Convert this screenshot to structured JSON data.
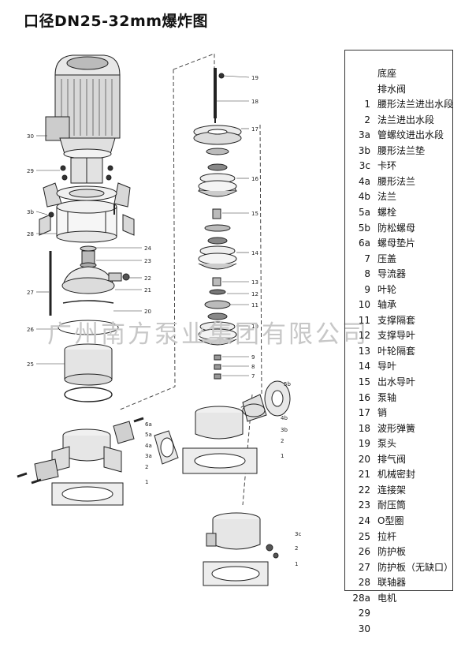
{
  "title": "口径DN25-32mm爆炸图",
  "watermark": "广州南方泵业集团有限公司",
  "parts": [
    {
      "num": "",
      "name": "底座"
    },
    {
      "num": "",
      "name": "排水阀"
    },
    {
      "num": "1",
      "name": "腰形法兰进出水段"
    },
    {
      "num": "2",
      "name": "法兰进出水段"
    },
    {
      "num": "3a",
      "name": "管螺纹进出水段"
    },
    {
      "num": "3b",
      "name": "腰形法兰垫"
    },
    {
      "num": "3c",
      "name": "卡环"
    },
    {
      "num": "4a",
      "name": "腰形法兰"
    },
    {
      "num": "4b",
      "name": "法兰"
    },
    {
      "num": "5a",
      "name": "螺栓"
    },
    {
      "num": "5b",
      "name": "防松螺母"
    },
    {
      "num": "6a",
      "name": "螺母垫片"
    },
    {
      "num": "7",
      "name": "压盖"
    },
    {
      "num": "8",
      "name": "导流器"
    },
    {
      "num": "9",
      "name": "叶轮"
    },
    {
      "num": "10",
      "name": "轴承"
    },
    {
      "num": "11",
      "name": "支撑隔套"
    },
    {
      "num": "12",
      "name": "支撑导叶"
    },
    {
      "num": "13",
      "name": "叶轮隔套"
    },
    {
      "num": "14",
      "name": "导叶"
    },
    {
      "num": "15",
      "name": "出水导叶"
    },
    {
      "num": "16",
      "name": "泵轴"
    },
    {
      "num": "17",
      "name": "销"
    },
    {
      "num": "18",
      "name": "波形弹簧"
    },
    {
      "num": "19",
      "name": "泵头"
    },
    {
      "num": "20",
      "name": "排气阀"
    },
    {
      "num": "21",
      "name": "机械密封"
    },
    {
      "num": "22",
      "name": "连接架"
    },
    {
      "num": "23",
      "name": "耐压筒"
    },
    {
      "num": "24",
      "name": "O型圈"
    },
    {
      "num": "25",
      "name": "拉杆"
    },
    {
      "num": "26",
      "name": "防护板"
    },
    {
      "num": "27",
      "name": "防护板（无缺口）"
    },
    {
      "num": "28",
      "name": "联轴器"
    },
    {
      "num": "28a",
      "name": "电机"
    },
    {
      "num": "29",
      "name": ""
    },
    {
      "num": "30",
      "name": ""
    }
  ],
  "callouts": [
    "30",
    "29",
    "3b",
    "28",
    "27",
    "26",
    "25",
    "24",
    "23",
    "22",
    "21",
    "20",
    "19",
    "18",
    "17",
    "16",
    "15",
    "14",
    "13",
    "12",
    "11",
    "10",
    "9",
    "8",
    "7",
    "5b",
    "4b",
    "3b",
    "2",
    "1",
    "6a",
    "5a",
    "4a",
    "3a",
    "2",
    "1",
    "3c",
    "2",
    "1"
  ]
}
